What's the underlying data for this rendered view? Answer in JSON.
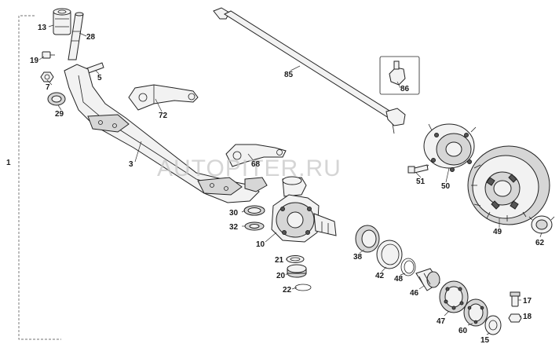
{
  "watermark": "AUTOPITER.RU",
  "callouts": {
    "c1": "1",
    "c3": "3",
    "c5": "5",
    "c7": "7",
    "c10": "10",
    "c13": "13",
    "c15": "15",
    "c17": "17",
    "c18": "18",
    "c19": "19",
    "c20": "20",
    "c21": "21",
    "c22": "22",
    "c28": "28",
    "c29": "29",
    "c30": "30",
    "c32": "32",
    "c38": "38",
    "c42": "42",
    "c46": "46",
    "c47": "47",
    "c48": "48",
    "c49": "49",
    "c50": "50",
    "c51": "51",
    "c60": "60",
    "c62": "62",
    "c68": "68",
    "c72": "72",
    "c85": "85",
    "c86": "86"
  }
}
